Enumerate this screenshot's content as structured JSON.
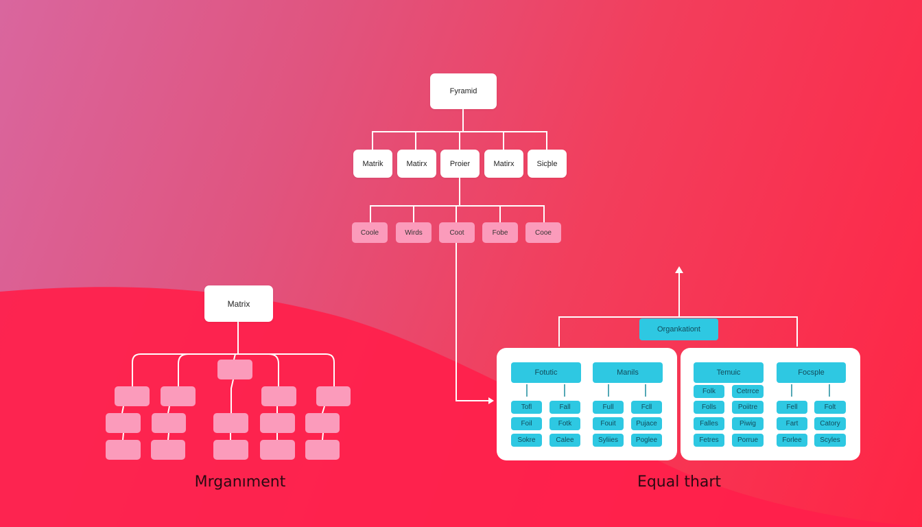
{
  "colors": {
    "background_top_left": "#d9669e",
    "background_right": "#ff2545",
    "wave_fill": "#ff1f4b",
    "node_white": "#ffffff",
    "node_pink": "#fb9bbb",
    "node_cyan": "#2ec8e2",
    "connector": "#ffffff",
    "cyan_connector": "#1a8a9c"
  },
  "top_tree": {
    "root": "Fyramid",
    "level1": [
      "Matrik",
      "Matirx",
      "Proier",
      "Matirx",
      "Sicþle"
    ],
    "level2": [
      "Coole",
      "Wirds",
      "Coot",
      "Fobe",
      "Cooe"
    ]
  },
  "left_tree": {
    "root": "Matrix",
    "caption": "Mrganıment",
    "columns": [
      {
        "nodes": [
          "",
          "",
          ""
        ]
      },
      {
        "nodes": [
          "",
          "",
          ""
        ]
      },
      {
        "nodes": [
          "",
          "",
          ""
        ]
      },
      {
        "nodes": [
          "",
          "",
          ""
        ]
      },
      {
        "nodes": [
          "",
          "",
          ""
        ]
      }
    ]
  },
  "right_chart": {
    "root": "Organkationt",
    "caption": "Equal thart",
    "panels": [
      {
        "groups": [
          {
            "header": "Fotutic",
            "cells": [
              [
                "Tofl",
                "Fall"
              ],
              [
                "Foil",
                "Fotk"
              ],
              [
                "Sokre",
                "Calee"
              ]
            ]
          },
          {
            "header": "Manils",
            "cells": [
              [
                "Full",
                "Fcll"
              ],
              [
                "Fouit",
                "Pujace"
              ],
              [
                "Syliies",
                "Poglee"
              ]
            ]
          }
        ]
      },
      {
        "groups": [
          {
            "header": "Temuic",
            "cells": [
              [
                "Folk",
                "Cetrrce"
              ],
              [
                "Folls",
                "Poiitre"
              ],
              [
                "Falles",
                "Piwig"
              ],
              [
                "Fetres",
                "Porrue"
              ]
            ]
          },
          {
            "header": "Focsple",
            "cells": [
              [
                "Fell",
                "Folt"
              ],
              [
                "Fart",
                "Catory"
              ],
              [
                "Forlee",
                "Scyles"
              ]
            ]
          }
        ]
      }
    ]
  }
}
